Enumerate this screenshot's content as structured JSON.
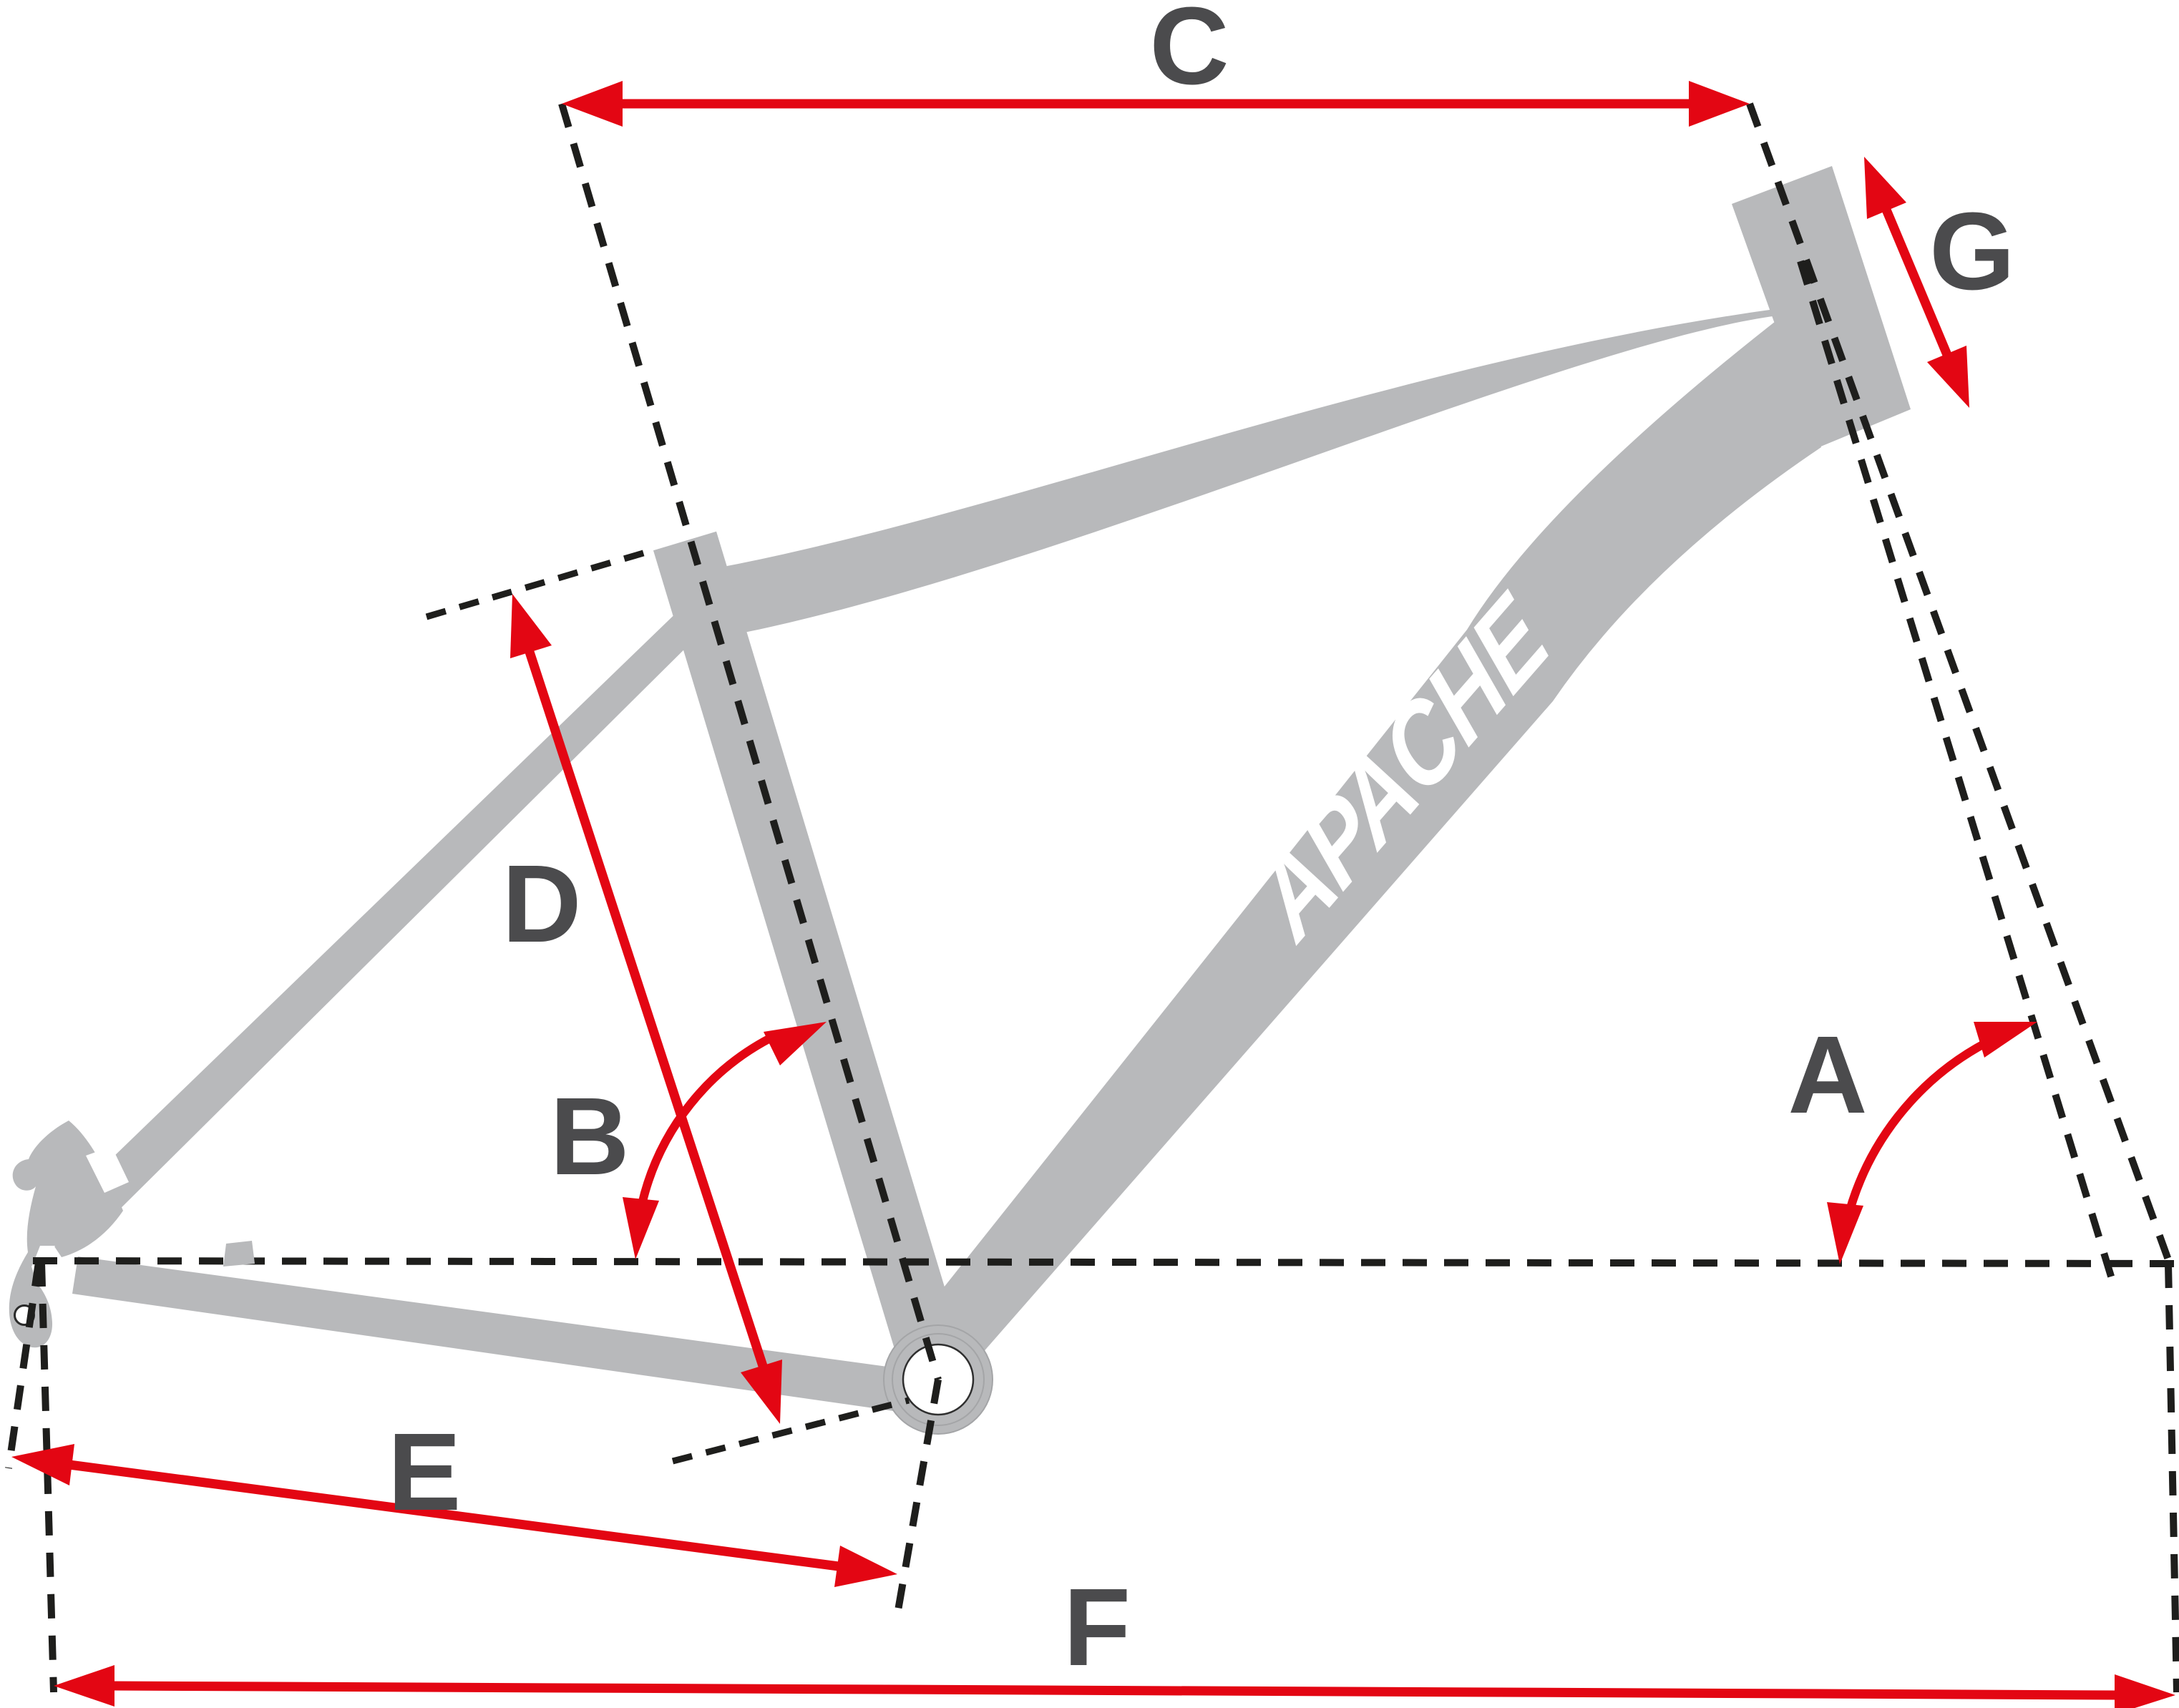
{
  "diagram": {
    "type": "bicycle-frame-geometry",
    "brand_logo": "APACHE",
    "dimension_labels": [
      {
        "letter": "A"
      },
      {
        "letter": "B"
      },
      {
        "letter": "C"
      },
      {
        "letter": "D"
      },
      {
        "letter": "E"
      },
      {
        "letter": "F"
      },
      {
        "letter": "G"
      }
    ],
    "colors": {
      "arrow_red": "#e30613",
      "frame_gray": "#b8b9bb",
      "label_gray": "#4b4b4d",
      "dash_black": "#1e1e1c",
      "background": "#ffffff"
    }
  }
}
